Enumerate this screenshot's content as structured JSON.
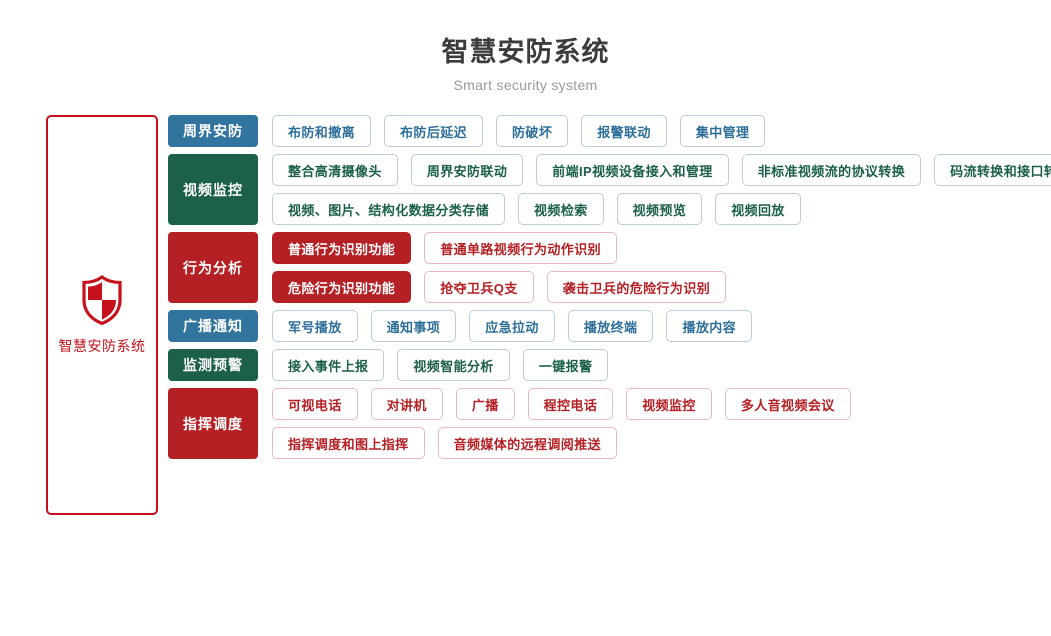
{
  "header": {
    "title": "智慧安防系统",
    "subtitle": "Smart security system"
  },
  "system_panel": {
    "icon": "shield-icon",
    "label": "智慧安防系统",
    "border_color": "#c6101c"
  },
  "colors": {
    "blue": "#31749d",
    "green": "#1c6049",
    "red": "#b52025",
    "title": "#3c3c3c",
    "subtitle": "#9a9a9a"
  },
  "categories": [
    {
      "label": "周界安防",
      "theme": "blue",
      "rows": [
        [
          {
            "label": "布防和撤离",
            "style": "outline"
          },
          {
            "label": "布防后延迟",
            "style": "outline"
          },
          {
            "label": "防破坏",
            "style": "outline"
          },
          {
            "label": "报警联动",
            "style": "outline"
          },
          {
            "label": "集中管理",
            "style": "outline"
          }
        ]
      ]
    },
    {
      "label": "视频监控",
      "theme": "green",
      "rows": [
        [
          {
            "label": "整合高清摄像头",
            "style": "outline"
          },
          {
            "label": "周界安防联动",
            "style": "outline"
          },
          {
            "label": "前端IP视频设备接入和管理",
            "style": "outline"
          },
          {
            "label": "非标准视频流的协议转换",
            "style": "outline"
          },
          {
            "label": "码流转换和接口转换",
            "style": "outline"
          }
        ],
        [
          {
            "label": "视频、图片、结构化数据分类存储",
            "style": "outline"
          },
          {
            "label": "视频检索",
            "style": "outline"
          },
          {
            "label": "视频预览",
            "style": "outline"
          },
          {
            "label": "视频回放",
            "style": "outline"
          }
        ]
      ]
    },
    {
      "label": "行为分析",
      "theme": "red",
      "rows": [
        [
          {
            "label": "普通行为识别功能",
            "style": "filled"
          },
          {
            "label": "普通单路视频行为动作识别",
            "style": "outline"
          }
        ],
        [
          {
            "label": "危险行为识别功能",
            "style": "filled"
          },
          {
            "label": "抢夺卫兵Q支",
            "style": "outline"
          },
          {
            "label": "袭击卫兵的危险行为识别",
            "style": "outline"
          }
        ]
      ]
    },
    {
      "label": "广播通知",
      "theme": "blue",
      "rows": [
        [
          {
            "label": "军号播放",
            "style": "outline"
          },
          {
            "label": "通知事项",
            "style": "outline"
          },
          {
            "label": "应急拉动",
            "style": "outline"
          },
          {
            "label": "播放终端",
            "style": "outline"
          },
          {
            "label": "播放内容",
            "style": "outline"
          }
        ]
      ]
    },
    {
      "label": "监测预警",
      "theme": "green",
      "rows": [
        [
          {
            "label": "接入事件上报",
            "style": "outline"
          },
          {
            "label": "视频智能分析",
            "style": "outline"
          },
          {
            "label": "一键报警",
            "style": "outline"
          }
        ]
      ]
    },
    {
      "label": "指挥调度",
      "theme": "red",
      "rows": [
        [
          {
            "label": "可视电话",
            "style": "outline"
          },
          {
            "label": "对讲机",
            "style": "outline"
          },
          {
            "label": "广播",
            "style": "outline"
          },
          {
            "label": "程控电话",
            "style": "outline"
          },
          {
            "label": "视频监控",
            "style": "outline"
          },
          {
            "label": "多人音视频会议",
            "style": "outline"
          }
        ],
        [
          {
            "label": "指挥调度和图上指挥",
            "style": "outline"
          },
          {
            "label": "音频媒体的远程调阅推送",
            "style": "outline"
          }
        ]
      ]
    }
  ]
}
